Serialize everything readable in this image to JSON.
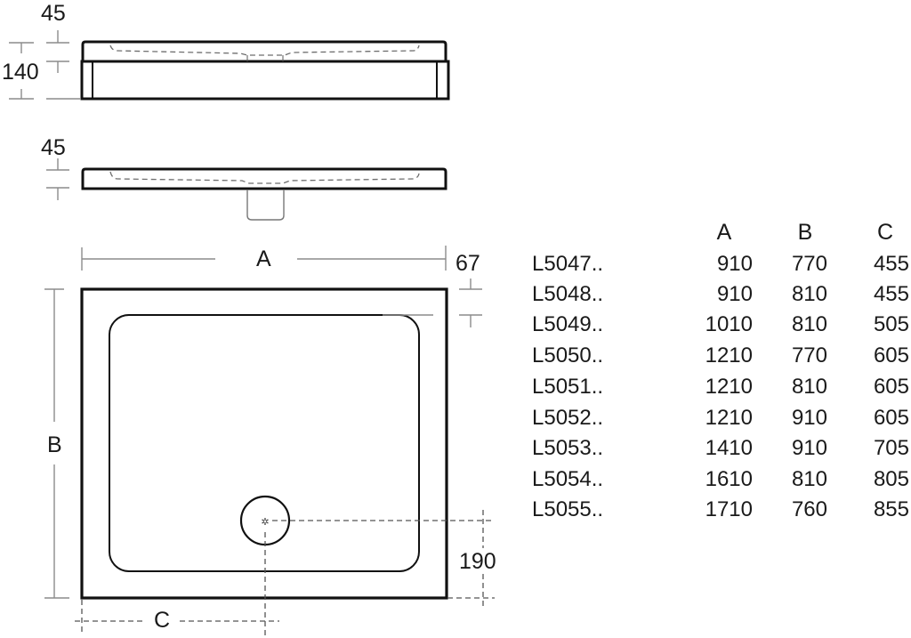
{
  "drawing": {
    "side_view_1": {
      "dim_rim_height": "45",
      "dim_total_height": "140"
    },
    "side_view_2": {
      "dim_rim_height": "45"
    },
    "plan_view": {
      "dim_width_label": "A",
      "dim_length_label": "B",
      "dim_waste_offset_label": "C",
      "dim_edge_margin": "67",
      "dim_waste_from_edge": "190"
    }
  },
  "table": {
    "columns": [
      "",
      "A",
      "B",
      "C"
    ],
    "rows": [
      {
        "code": "L5047..",
        "a": "910",
        "b": "770",
        "c": "455"
      },
      {
        "code": "L5048..",
        "a": "910",
        "b": "810",
        "c": "455"
      },
      {
        "code": "L5049..",
        "a": "1010",
        "b": "810",
        "c": "505"
      },
      {
        "code": "L5050..",
        "a": "1210",
        "b": "770",
        "c": "605"
      },
      {
        "code": "L5051..",
        "a": "1210",
        "b": "810",
        "c": "605"
      },
      {
        "code": "L5052..",
        "a": "1210",
        "b": "910",
        "c": "605"
      },
      {
        "code": "L5053..",
        "a": "1410",
        "b": "910",
        "c": "705"
      },
      {
        "code": "L5054..",
        "a": "1610",
        "b": "810",
        "c": "805"
      },
      {
        "code": "L5055..",
        "a": "1710",
        "b": "760",
        "c": "855"
      }
    ]
  },
  "colors": {
    "outline": "#111111",
    "dimension_line": "#8c8c8c",
    "hidden_line": "#6e6e6e"
  }
}
